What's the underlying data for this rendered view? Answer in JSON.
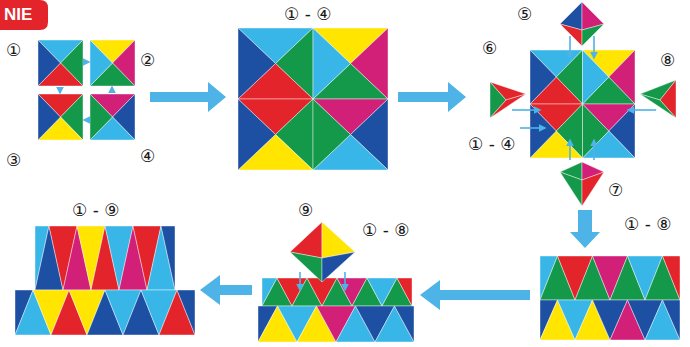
{
  "diagram": {
    "labels": [
      "NIE",
      "①",
      "②",
      "③",
      "④",
      "① - ④",
      "⑤",
      "⑥",
      "⑧",
      "① - ④",
      "⑦",
      "① - ⑧",
      "⑨",
      "① - ⑧",
      "① - ⑨"
    ]
  }
}
